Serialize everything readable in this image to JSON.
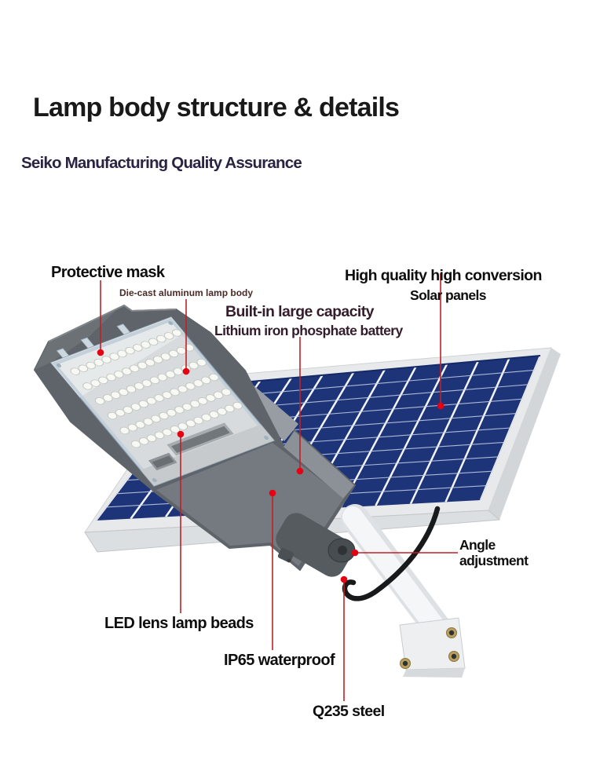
{
  "image": {
    "title": "Lamp body structure & details",
    "subtitle": "Seiko Manufacturing Quality Assurance",
    "callouts": {
      "protective_mask": "Protective mask",
      "die_cast": "Die-cast aluminum lamp body",
      "battery_line1": "Built-in large capacity",
      "battery_line2": "Lithium iron phosphate battery",
      "solar_line1": "High quality high conversion",
      "solar_line2": "Solar panels",
      "angle": "Angle adjustment",
      "led": "LED lens lamp beads",
      "ip65": "IP65 waterproof",
      "q235": "Q235 steel"
    },
    "colors": {
      "leader_line": "#bf2127",
      "dot": "#e60012",
      "panel_blue": "#1e3478",
      "panel_grid_major": "#ffffff",
      "panel_grid_minor": "#c6d2e6",
      "title_color": "#191919",
      "subtitle_color": "#2a2342",
      "maroon_text": "#4b2a26",
      "dark_maroon_text": "#331d2b",
      "lamp_gray": "#5f646a",
      "pole_white": "#f4f6f7",
      "cable_black": "#17191b"
    }
  }
}
